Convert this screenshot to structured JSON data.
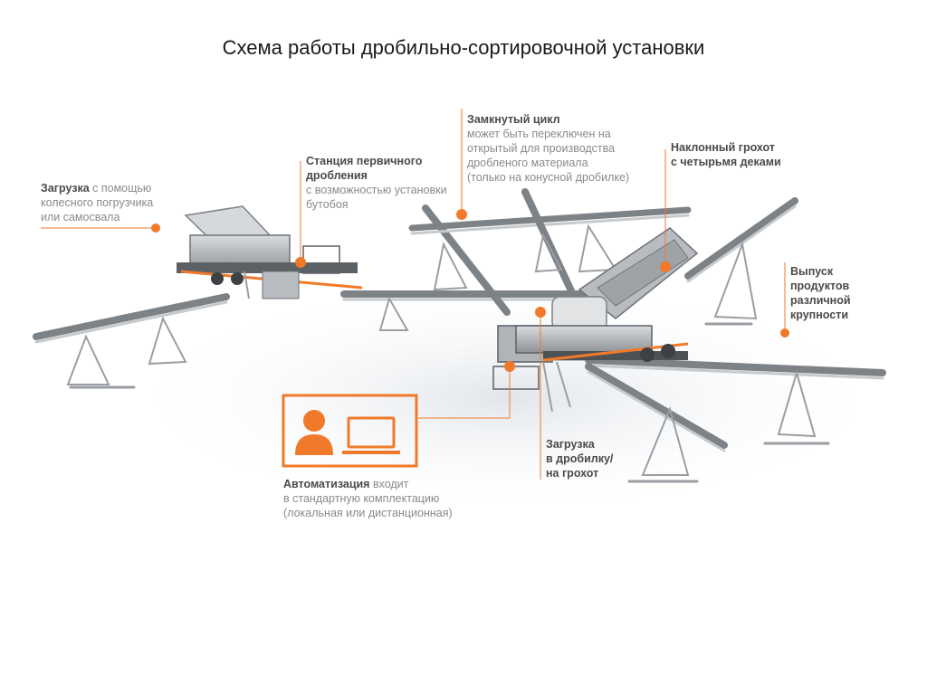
{
  "title": "Схема работы дробильно-сортировочной установки",
  "colors": {
    "accent": "#f07a2a",
    "structure": "#9a9ea3",
    "structure_dark": "#5c6166",
    "heading_text": "#4a4a4a",
    "body_text": "#8a8a8a"
  },
  "callouts": {
    "loading": {
      "head": "Загрузка",
      "rest": " с помощью",
      "lines": [
        "колесного погрузчика",
        "или самосвала"
      ]
    },
    "primary": {
      "head_lines": [
        "Станция первичного",
        "дробления"
      ],
      "lines": [
        "с возможностью установки",
        "бутобоя"
      ]
    },
    "closed_loop": {
      "head": "Замкнутый цикл",
      "lines": [
        "может быть переключен на",
        "открытый для производства",
        "дробленого материала",
        "(только на конусной дробилке)"
      ]
    },
    "screen": {
      "head_lines": [
        "Наклонный грохот",
        "с четырьмя деками"
      ]
    },
    "output": {
      "head_lines": [
        "Выпуск",
        "продуктов",
        "различной",
        "крупности"
      ]
    },
    "feed": {
      "head_lines": [
        "Загрузка",
        "в дробилку/",
        "на грохот"
      ]
    },
    "automation": {
      "head": "Автоматизация",
      "rest": " входит",
      "lines": [
        "в стандартную комплектацию",
        "(локальная или дистанционная)"
      ],
      "icons": [
        "person-icon",
        "laptop-icon"
      ]
    }
  }
}
